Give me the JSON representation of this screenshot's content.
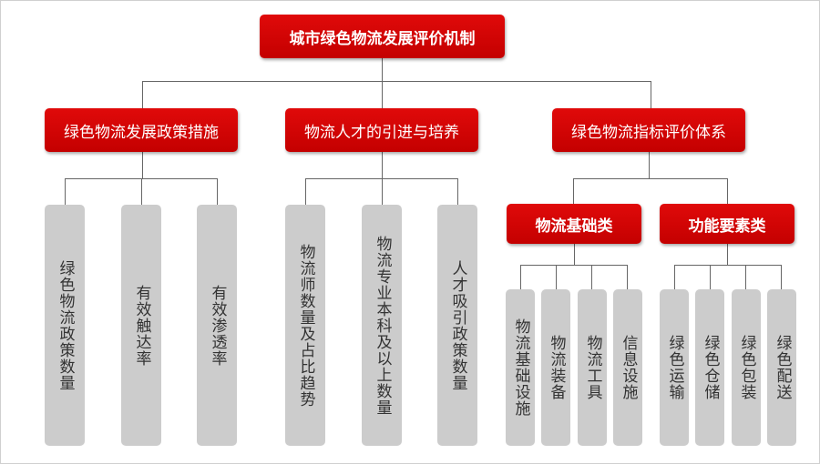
{
  "root": "城市绿色物流发展评价机制",
  "level2": [
    "绿色物流发展政策措施",
    "物流人才的引进与培养",
    "绿色物流指标评价体系"
  ],
  "policy_leaves": [
    "绿色物流政策数量",
    "有效触达率",
    "有效渗透率"
  ],
  "talent_leaves": [
    "物流师数量及占比趋势",
    "物流专业本科及以上数量",
    "人才吸引政策数量"
  ],
  "level3": [
    "物流基础类",
    "功能要素类"
  ],
  "basic_leaves": [
    "物流基础设施",
    "物流装备",
    "物流工具",
    "信息设施"
  ],
  "function_leaves": [
    "绿色运输",
    "绿色仓储",
    "绿色包装",
    "绿色配送"
  ]
}
